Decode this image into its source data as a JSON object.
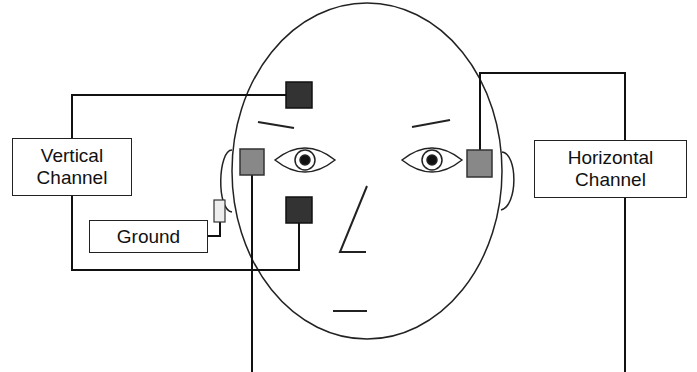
{
  "diagram": {
    "nodes": [
      {
        "text": [
          "Vertical Channel"
        ]
      },
      {
        "text": [
          "Horizontal Channel"
        ]
      },
      {
        "text": [
          "Ground"
        ]
      }
    ]
  }
}
